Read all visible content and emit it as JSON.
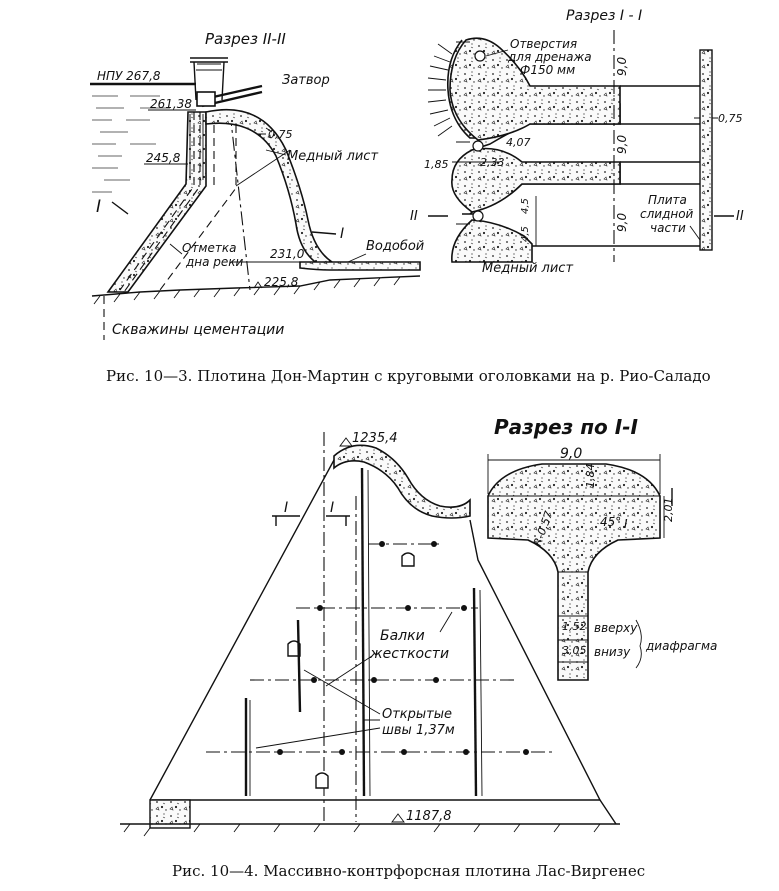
{
  "fig1": {
    "section_22": "Разрез II-II",
    "section_11": "Разрез I - I",
    "npu": "НПУ 267,8",
    "el_261": "261,38",
    "el_245": "245,8",
    "el_231": "231,0",
    "el_225": "225,8",
    "thick_075": "0,75",
    "gate": "Затвор",
    "copper_sheet": "Медный лист",
    "roman_1": "I",
    "mark_I": "I",
    "riverbed_1": "Отметка",
    "riverbed_2": "дна реки",
    "spillway": "Водобой",
    "grout_wells": "Скважины цементации",
    "drain_1": "Отверстия",
    "drain_2": "для дренажа",
    "drain_3": "Ф150 мм",
    "dim_90a": "9,0",
    "dim_90b": "9,0",
    "dim_90c": "9,0",
    "dim_075r": "0,75",
    "dim_407": "4,07",
    "dim_185": "1,85",
    "dim_233": "2,33",
    "dim_45a": "4,5",
    "dim_45b": "4,5",
    "roman_2l": "II",
    "roman_2r": "II",
    "slide_1": "Плита",
    "slide_2": "слидной",
    "slide_3": "части",
    "copper_sheet2": "Медный лист",
    "caption": "Рис. 10—3. Плотина Дон-Мартин с круговыми оголовками на р. Рио-Саладо"
  },
  "fig2": {
    "section_title": "Разрез по I-I",
    "crest": "1235,4",
    "base": "1187,8",
    "cut_I1": "I",
    "cut_I2": "I",
    "dim_90": "9,0",
    "dim_184": "1,84",
    "dim_201": "2,01",
    "dim_45": "45°",
    "radius": "R-0,57",
    "cut_I3": "I",
    "stiff_1": "Балки",
    "stiff_2": "жесткости",
    "joints_1": "Открытые",
    "joints_2": "швы 1,37м",
    "dim_152": "1,52",
    "dim_305": "3,05",
    "top": "вверху",
    "bottom": "внизу",
    "diaphragm": "диафрагма",
    "caption": "Рис. 10—4. Массивно-контрфорсная плотина Лас-Виргенес"
  }
}
